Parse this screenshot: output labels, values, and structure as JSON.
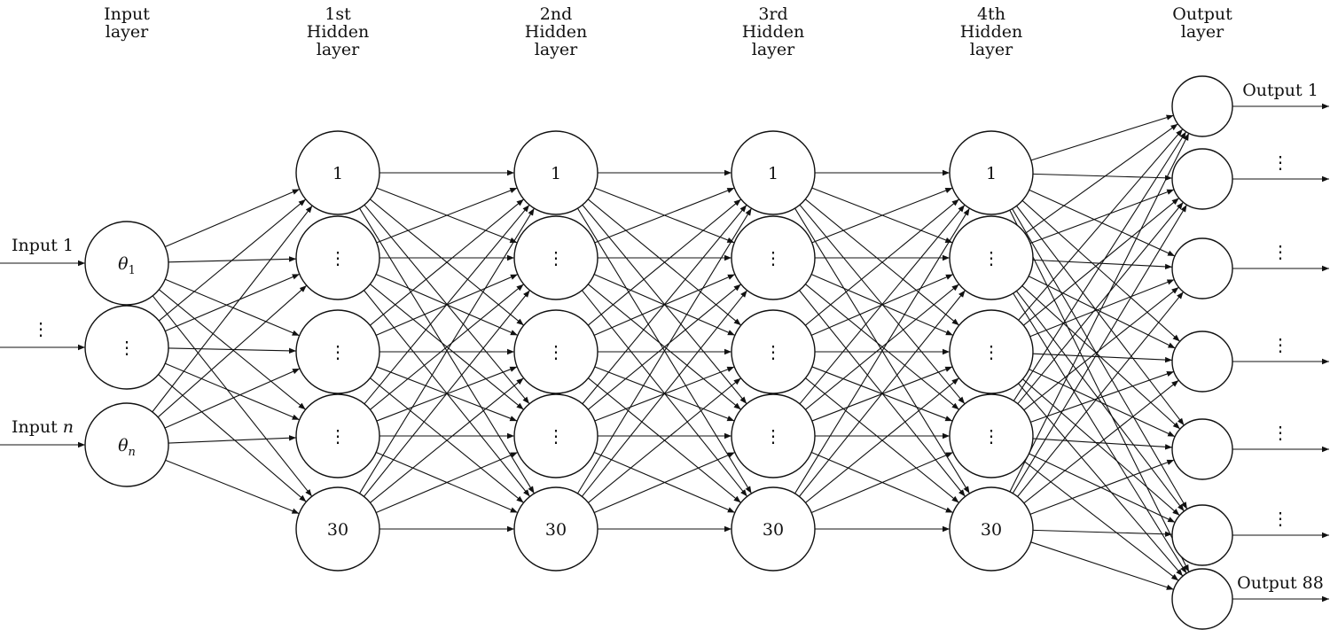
{
  "layers": [
    {
      "id": "input",
      "title": [
        "Input",
        "layer"
      ],
      "nodes": [
        "θ1",
        "⋮",
        "θn"
      ]
    },
    {
      "id": "h1",
      "title": [
        "1st",
        "Hidden",
        "layer"
      ],
      "nodes": [
        "1",
        "⋮",
        "⋮",
        "⋮",
        "30"
      ]
    },
    {
      "id": "h2",
      "title": [
        "2nd",
        "Hidden",
        "layer"
      ],
      "nodes": [
        "1",
        "⋮",
        "⋮",
        "⋮",
        "30"
      ]
    },
    {
      "id": "h3",
      "title": [
        "3rd",
        "Hidden",
        "layer"
      ],
      "nodes": [
        "1",
        "⋮",
        "⋮",
        "⋮",
        "30"
      ]
    },
    {
      "id": "h4",
      "title": [
        "4th",
        "Hidden",
        "layer"
      ],
      "nodes": [
        "1",
        "⋮",
        "⋮",
        "⋮",
        "30"
      ]
    },
    {
      "id": "output",
      "title": [
        "Output",
        "layer"
      ],
      "nodes": [
        "",
        "",
        "",
        "",
        "",
        "",
        ""
      ]
    }
  ],
  "inputs": [
    {
      "label": "Input 1",
      "math": ""
    },
    {
      "label": "⋮",
      "math": ""
    },
    {
      "label": "Input ",
      "math": "n"
    }
  ],
  "outputs": [
    {
      "label": "Output 1"
    },
    {
      "label": "⋮"
    },
    {
      "label": "⋮"
    },
    {
      "label": "⋮"
    },
    {
      "label": "⋮"
    },
    {
      "label": "⋮"
    },
    {
      "label": "Output 88"
    }
  ]
}
